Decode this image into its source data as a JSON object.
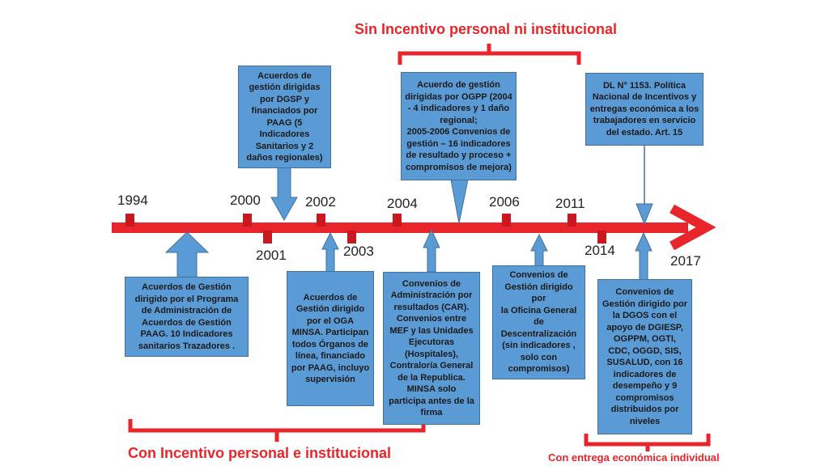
{
  "diagram": {
    "header_label": "Sin Incentivo personal ni institucional",
    "footer_left_label": "Con Incentivo personal e institucional",
    "footer_right_label": "Con entrega económica individual",
    "colors": {
      "timeline": "#e8252a",
      "box_fill": "#5b9bd5",
      "box_border": "#41719c",
      "marker": "#c9181f"
    },
    "years": [
      "1994",
      "2000",
      "2001",
      "2002",
      "2003",
      "2004",
      "2006",
      "2011",
      "2014",
      "2017"
    ],
    "boxes": {
      "paag_1994": "Acuerdos de Gestión\ndirigido por el Programa\nde Administración de\nAcuerdos de Gestión\nPAAG. 10 Indicadores\nsanitarios Trazadores .",
      "dgsp_2000": "Acuerdos de\ngestión dirigidas\npor DGSP  y\nfinanciados por\nPAAG (5\nIndicadores\nSanitarios y 2\ndaños regionales)",
      "oga_2002": "Acuerdos de\nGestión dirigido\npor el  OGA\nMINSA. Participan\ntodos Órganos de\nlínea, financiado\npor PAAG, incluyo\nsupervisión",
      "ogpp_2004": "Acuerdo de gestión\ndirigidas por OGPP (2004\n- 4 indicadores y 1 daño\nregional;\n2005-2006 Convenios de\ngestión – 16 indicadores\nde resultado y proceso +\ncompromisos de mejora)",
      "car_2004": "Convenios de\nAdministración por\nresultados (CAR).\nConvenios entre\nMEF y las Unidades\nEjecutoras\n(Hospitales),\nContraloría General\nde la Republica.\nMINSA solo\nparticipa antes de la\nfirma",
      "ogd_2006": "Convenios de\nGestión dirigido por\nla Oficina General\nde\nDescentralización\n(sin indicadores ,\nsolo con\ncompromisos)",
      "dl_2017": "DL N° 1153. Política\nNacional de Incentivos y\nentregas económica a los\ntrabajadores en servicio\ndel estado. Art. 15",
      "dgos_2017": "Convenios de\nGestión dirigido por\nla DGOS con el\napoyo de DGIESP,\nOGPPM, OGTI,\nCDC, OGGD, SIS,\nSUSALUD, con 16\nindicadores de\ndesempeño y 9\ncompromisos\ndistribuidos por\nniveles"
    }
  }
}
